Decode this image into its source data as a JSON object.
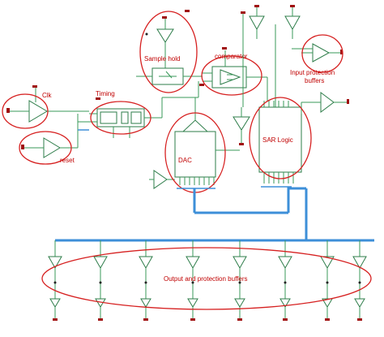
{
  "blocks": {
    "sample_hold": "Sample hold",
    "comparator": "comparator",
    "input_buffers_line1": "Input protection",
    "input_buffers_line2": "buffers",
    "clk": "Clk",
    "timing": "Timing",
    "reset": "reset",
    "dac": "DAC",
    "sar_logic": "SAR Logic",
    "output_buffers": "Output and protection buffers"
  },
  "colors": {
    "highlight_ellipse": "#d62020",
    "wire": "#3a9a5a",
    "bus": "#3d8fd8",
    "label": "#c00000"
  }
}
